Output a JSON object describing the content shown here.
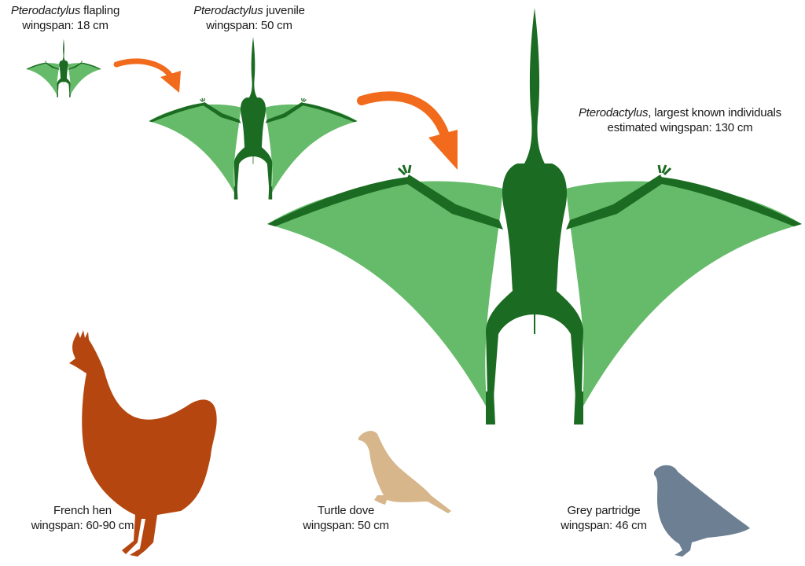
{
  "colors": {
    "wing": "#66bb6a",
    "body": "#1b6b22",
    "arrow": "#f26a1b",
    "hen": "#b5460f",
    "dove": "#d6b68a",
    "partridge": "#6d7f93",
    "text": "#1a1a1a",
    "background": "#ffffff"
  },
  "pterodactylus": {
    "flapling": {
      "name": "Pterodactylus",
      "suffix": " flapling",
      "wingspan": "wingspan: 18 cm"
    },
    "juvenile": {
      "name": "Pterodactylus",
      "suffix": " juvenile",
      "wingspan": "wingspan: 50 cm"
    },
    "adult": {
      "name": "Pterodactylus",
      "suffix": ", largest known individuals",
      "wingspan": "estimated wingspan: 130 cm"
    }
  },
  "birds": {
    "hen": {
      "name": "French hen",
      "wingspan": "wingspan: 60-90 cm"
    },
    "dove": {
      "name": "Turtle dove",
      "wingspan": "wingspan: 50 cm"
    },
    "partridge": {
      "name": "Grey partridge",
      "wingspan": "wingspan: 46 cm"
    }
  },
  "arrows": [
    {
      "from": "flapling",
      "to": "juvenile"
    },
    {
      "from": "juvenile",
      "to": "adult"
    }
  ]
}
